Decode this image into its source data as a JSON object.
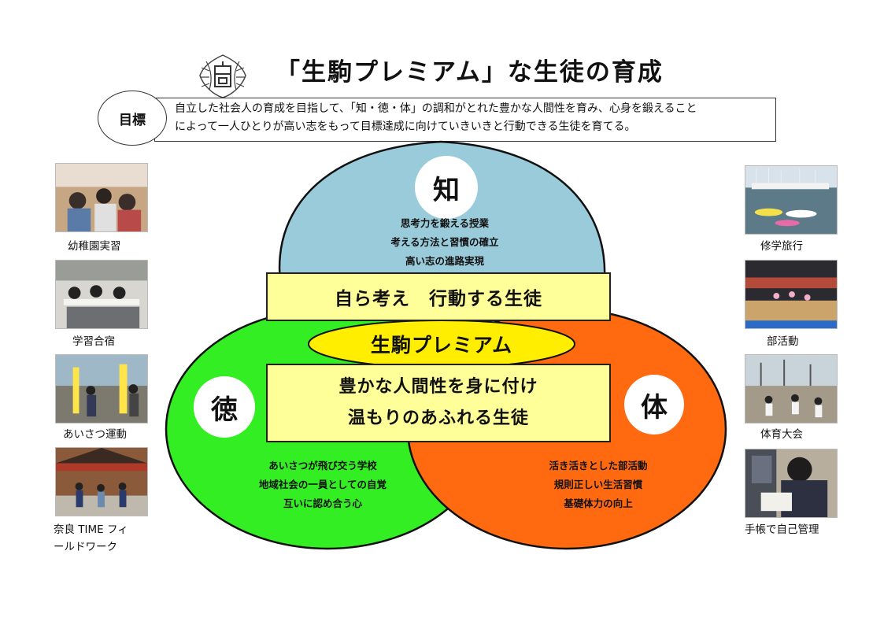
{
  "title": "「生駒プレミアム」な生徒の育成",
  "goal": {
    "label": "目標",
    "text_line1": "自立した社会人の育成を目指して、「知・徳・体」の調和がとれた豊かな人間性を育み、心身を鍛えること",
    "text_line2": "によって一人ひとりが高い志をもって目標達成に向けていきいきと行動できる生徒を育てる。"
  },
  "diagram": {
    "chi": {
      "label": "知",
      "color": "#99cbdb",
      "items": [
        "思考力を鍛える授業",
        "考える方法と習慣の確立",
        "高い志の進路実現"
      ]
    },
    "toku": {
      "label": "徳",
      "color": "#33ee22",
      "items": [
        "あいさつが飛び交う学校",
        "地域社会の一員としての自覚",
        "互いに認め合う心"
      ]
    },
    "tai": {
      "label": "体",
      "color": "#ff6a10",
      "items": [
        "活き活きとした部活動",
        "規則正しい生活習慣",
        "基礎体力の向上"
      ]
    },
    "band_top": "自ら考え　行動する生徒",
    "center": {
      "label": "生駒プレミアム",
      "color": "#ffee00"
    },
    "band_bottom": [
      "豊かな人間性を身に付け",
      "温もりのあふれる生徒"
    ]
  },
  "photos_left": [
    {
      "caption": "幼稚園実習"
    },
    {
      "caption": "学習合宿"
    },
    {
      "caption": "あいさつ運動"
    },
    {
      "caption_line1": "奈良 TIME フィ",
      "caption_line2": "ールドワーク"
    }
  ],
  "photos_right": [
    {
      "caption": "修学旅行"
    },
    {
      "caption": "部活動"
    },
    {
      "caption": "体育大会"
    },
    {
      "caption": "手帳で自己管理"
    }
  ]
}
